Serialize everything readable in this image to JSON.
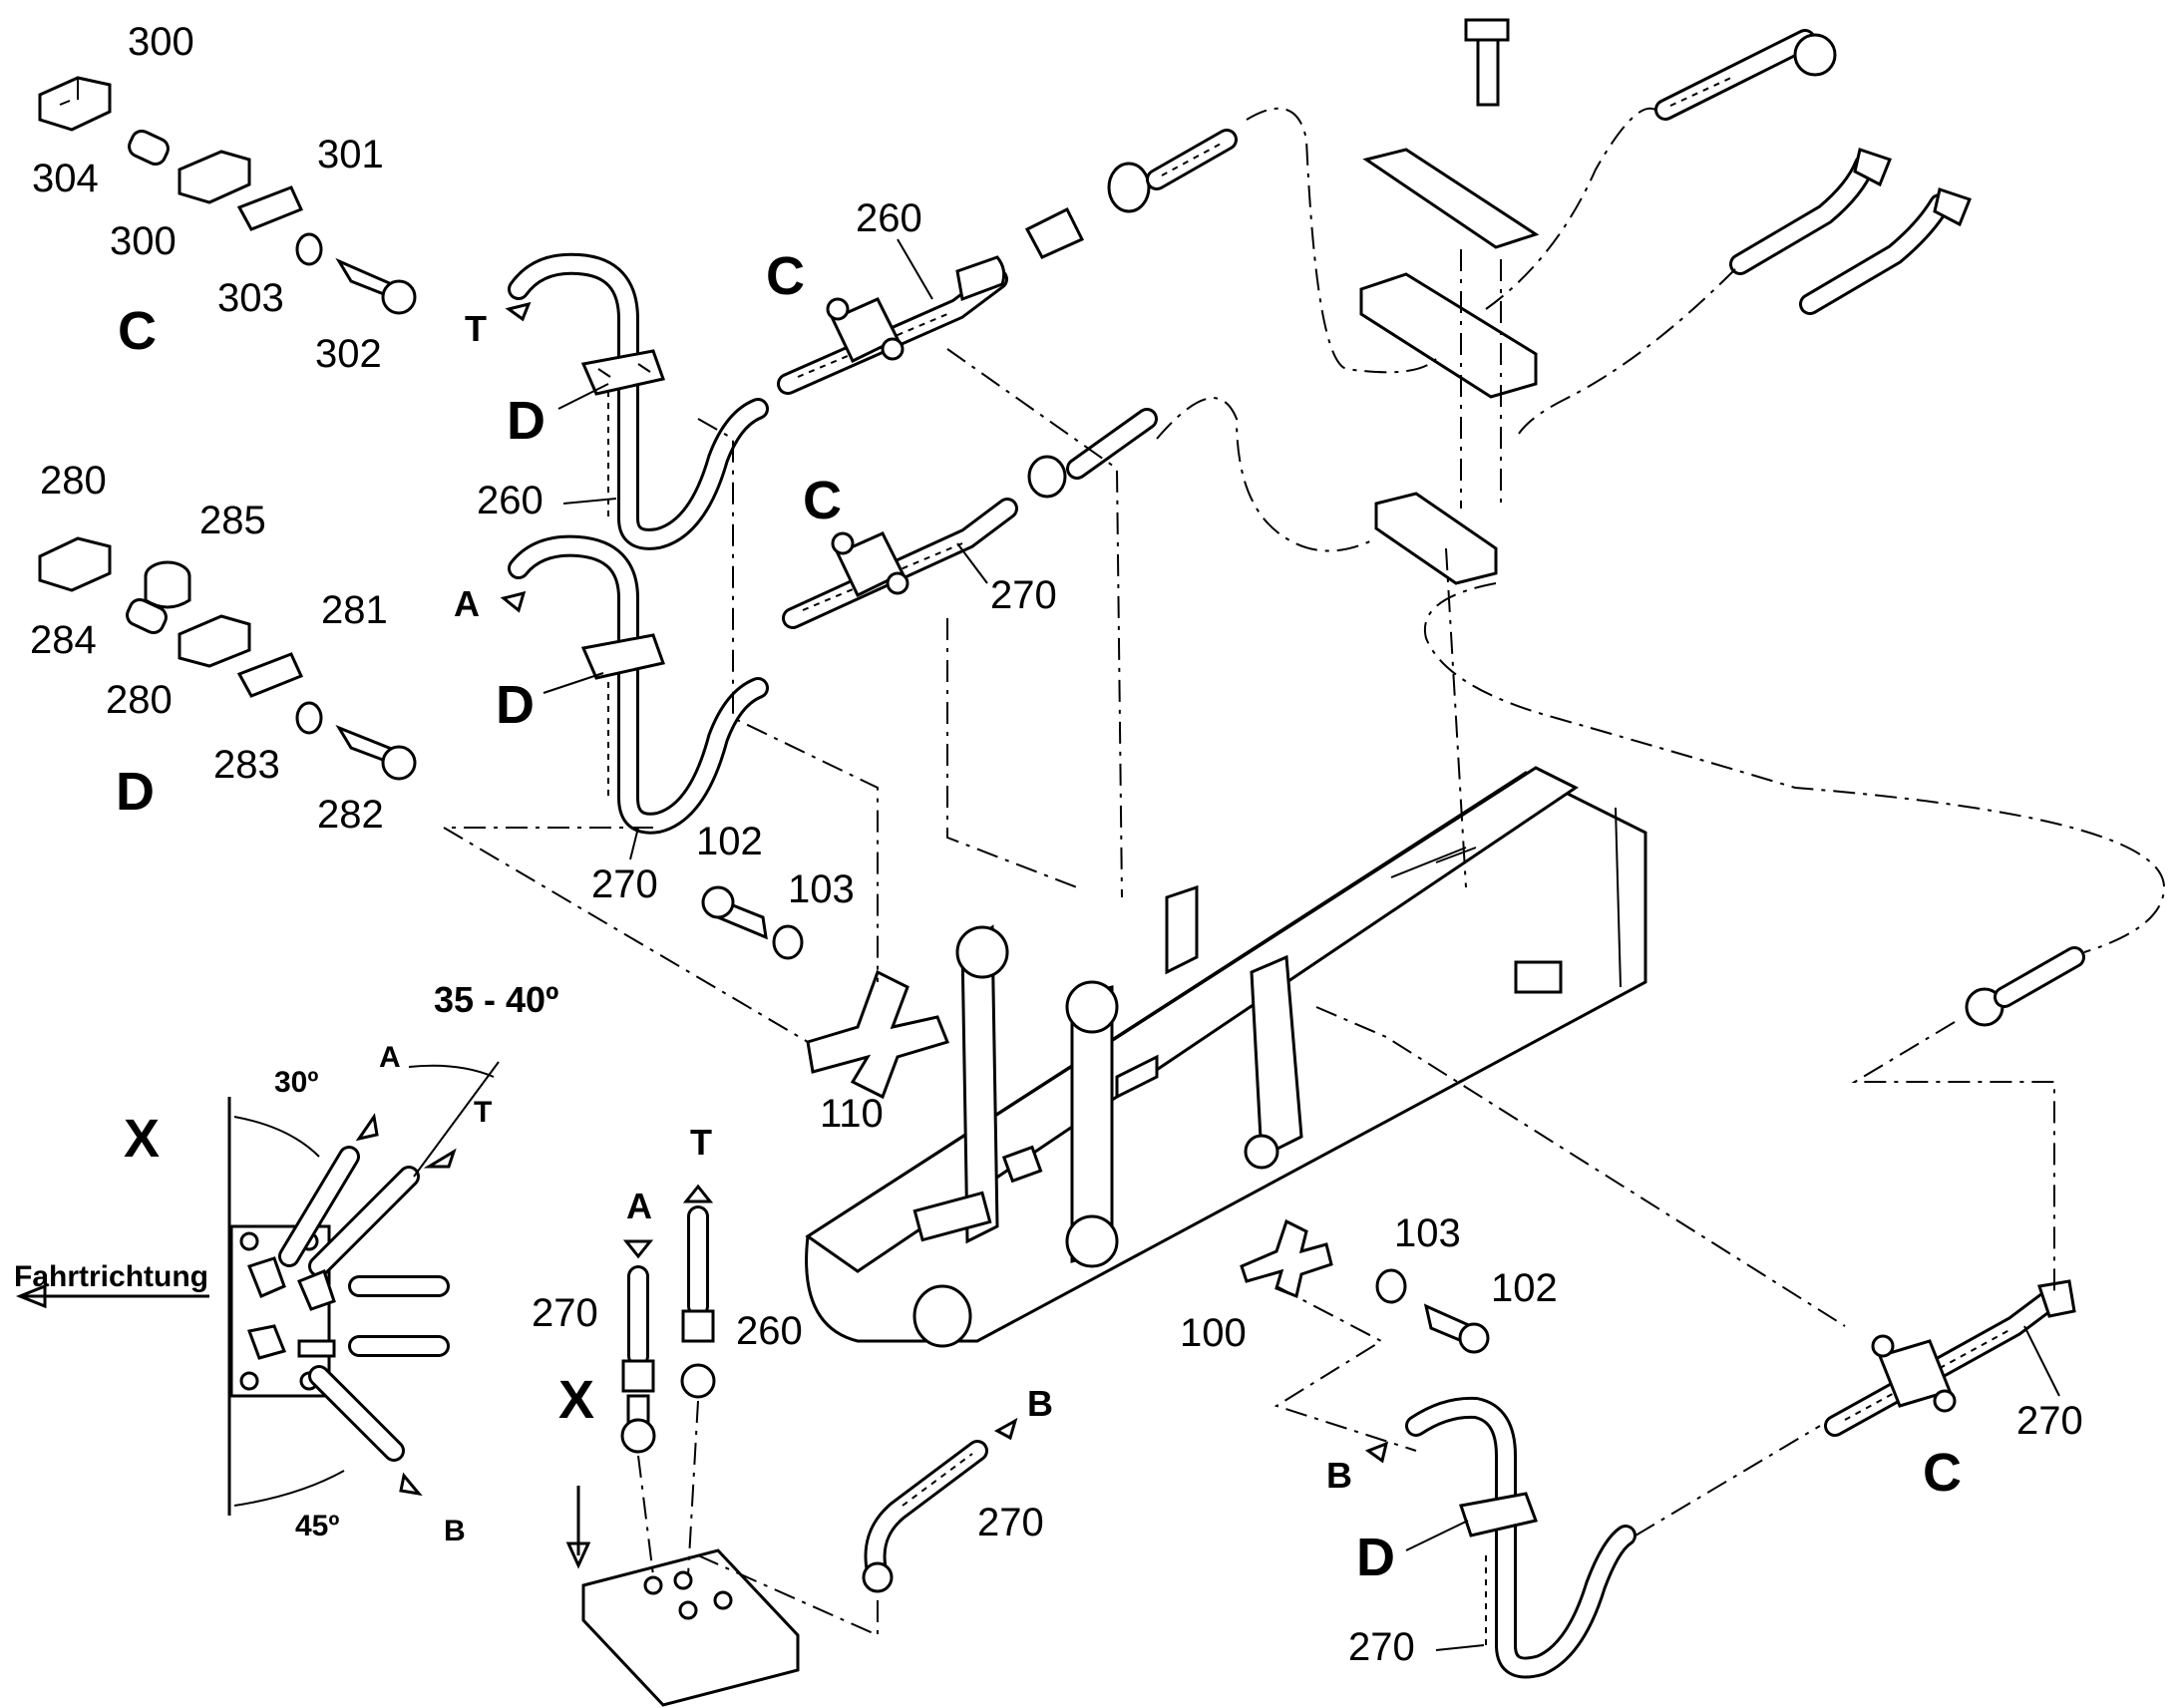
{
  "callouts": {
    "n300a": "300",
    "n304": "304",
    "n300b": "300",
    "n301": "301",
    "n303": "303",
    "n302": "302",
    "n280a": "280",
    "n285": "285",
    "n284": "284",
    "n280b": "280",
    "n281": "281",
    "n283": "283",
    "n282": "282",
    "n260a": "260",
    "n260b": "260",
    "n260c": "260",
    "n270a": "270",
    "n270b": "270",
    "n270c": "270",
    "n270d": "270",
    "n270e": "270",
    "n270f": "270",
    "n102a": "102",
    "n103a": "103",
    "n110": "110",
    "n103b": "103",
    "n102b": "102",
    "n100": "100"
  },
  "section_letters": {
    "c1": "C",
    "d1": "D",
    "c2": "C",
    "c3": "C",
    "c4": "C",
    "d2": "D",
    "d3": "D",
    "d4": "D",
    "x1": "X",
    "x2": "X"
  },
  "ports": {
    "t1": "T",
    "a1": "A",
    "a2": "A",
    "t2": "T",
    "b1": "B",
    "b2": "B",
    "a3": "A",
    "t3": "T",
    "b3": "B"
  },
  "angles": {
    "range": "35 - 40º",
    "a30": "30º",
    "a45": "45º"
  },
  "direction": "Fahrtrichtung"
}
